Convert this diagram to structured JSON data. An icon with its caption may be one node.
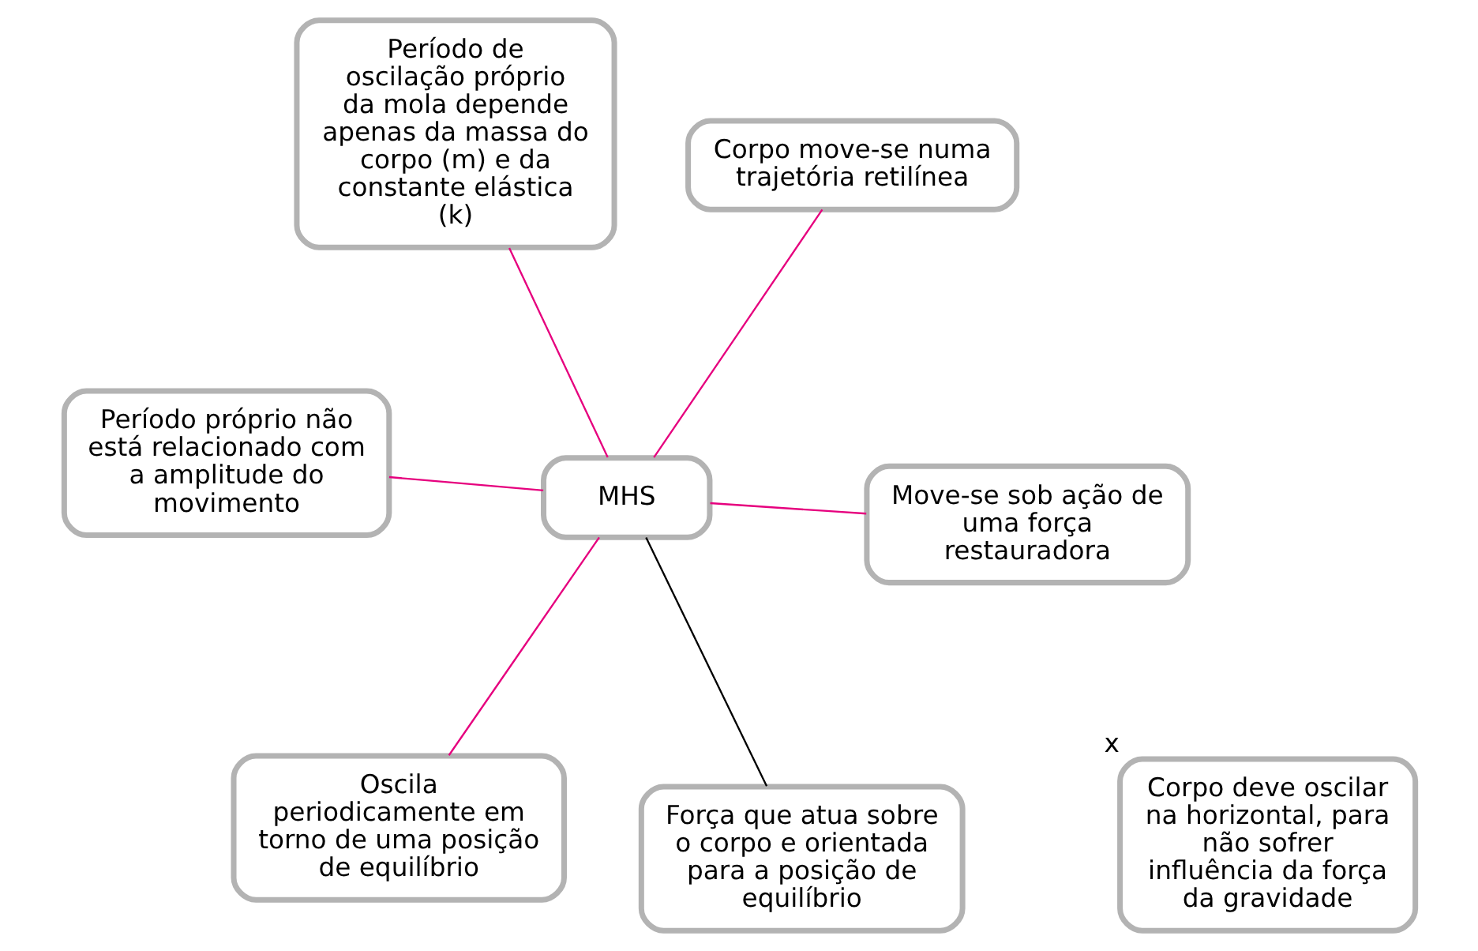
{
  "diagram": {
    "nodes": [
      {
        "text": [
          "Período próprio não está relacionado com a amplitude do movimento"
        ]
      },
      {
        "text": [
          "Move-se sob ação de uma força restauradora"
        ]
      },
      {
        "text": [
          "Força que atua sobre o corpo e orientada para a posição de equilíbrio"
        ]
      },
      {
        "text": [
          "Período de oscilação próprio da mola depende apenas da massa do corpo (m) e da constante elástica (k)"
        ]
      },
      {
        "text": [
          "MHS"
        ]
      },
      {
        "text": [
          "Corpo move-se numa trajetória retilínea"
        ]
      },
      {
        "text": [
          "Oscila periodicamente em torno de uma posição de equilíbrio"
        ]
      },
      {
        "text": [
          "Corpo deve oscilar na horizontal, para não sofrer influência da força da gravidade"
        ],
        "beside": [
          "x"
        ]
      }
    ],
    "edges": [
      {
        "from": 4,
        "to": 0,
        "arrow": "none"
      },
      {
        "from": 4,
        "to": 1,
        "arrow": "none"
      },
      {
        "from": 4,
        "to": 2,
        "arrow": "none",
        "color": "#000000"
      },
      {
        "from": 4,
        "to": 3,
        "arrow": "none"
      },
      {
        "from": 4,
        "to": 5,
        "arrow": "none"
      },
      {
        "from": 4,
        "to": 6,
        "arrow": "none"
      }
    ]
  }
}
